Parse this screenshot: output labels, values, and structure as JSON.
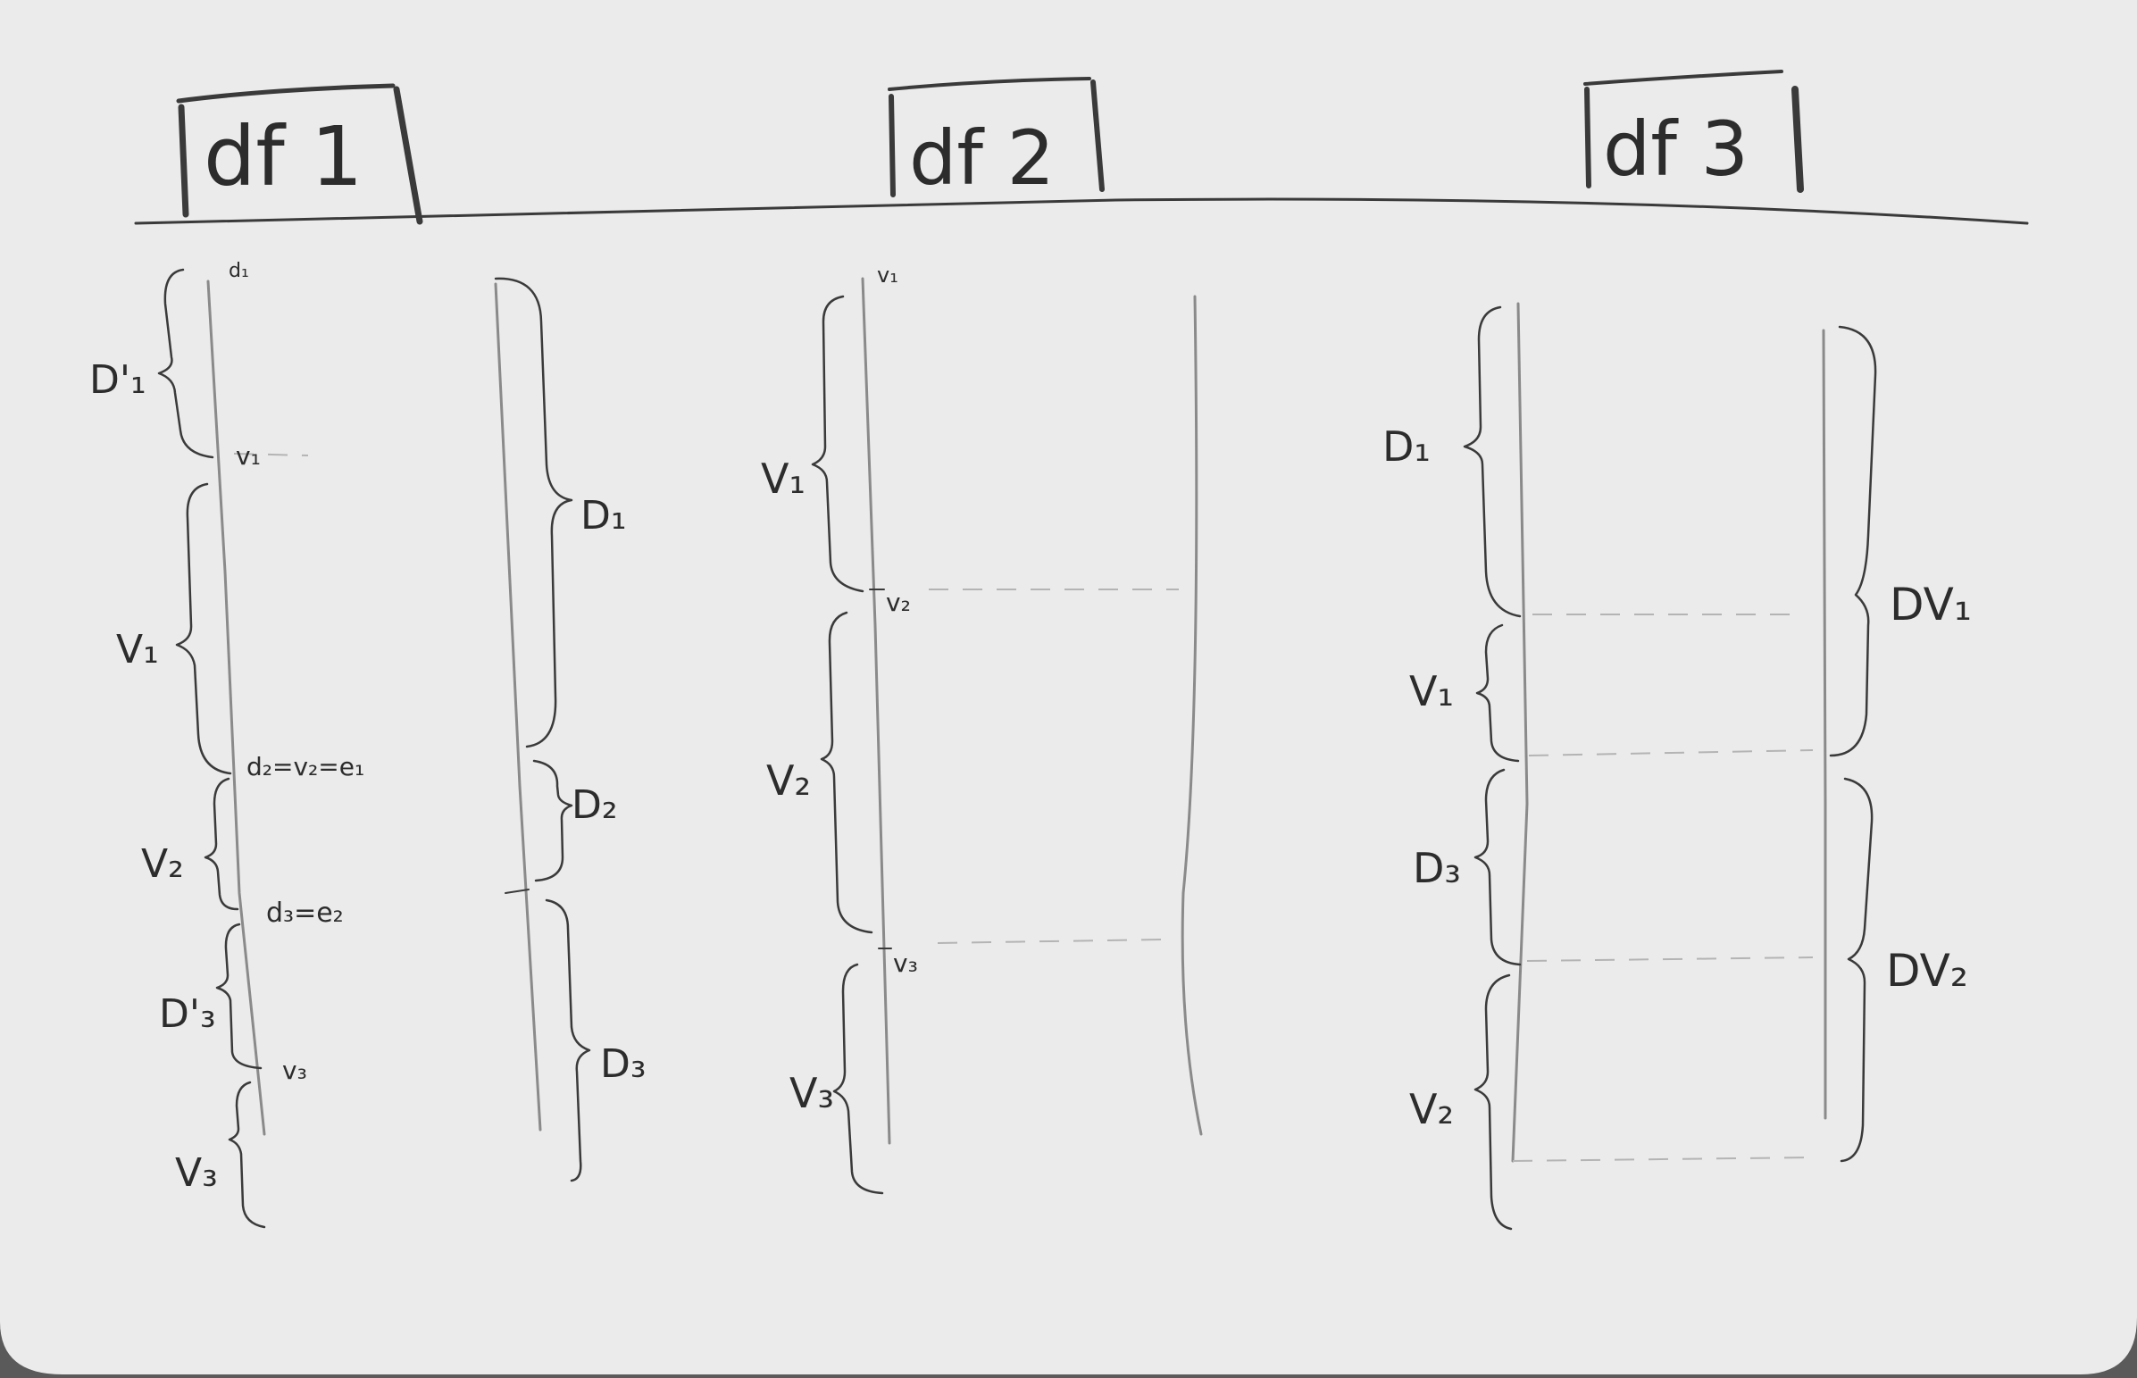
{
  "titles": {
    "df1": "df 1",
    "df2": "df 2",
    "df3": "df 3"
  },
  "df1": {
    "labels": {
      "D1_prime": "D'₁",
      "V1": "V₁",
      "V2": "V₂",
      "D3_prime": "D'₃",
      "V3": "V₃",
      "D1": "D₁",
      "D2": "D₂",
      "D3": "D₃"
    },
    "annotations": {
      "d1": "d₁",
      "v1": "v₁",
      "d2_eq": "d₂=v₂=e₁",
      "d3_eq": "d₃=e₂",
      "v3": "v₃"
    }
  },
  "df2": {
    "labels": {
      "V1": "V₁",
      "V2": "V₂",
      "V3": "V₃"
    },
    "annotations": {
      "v1": "v₁",
      "v2": "v₂",
      "v3": "v₃"
    }
  },
  "df3": {
    "labels": {
      "D1": "D₁",
      "V1": "V₁",
      "D3": "D₃",
      "V2": "V₂",
      "DV1": "DV₁",
      "DV2": "DV₂"
    }
  }
}
